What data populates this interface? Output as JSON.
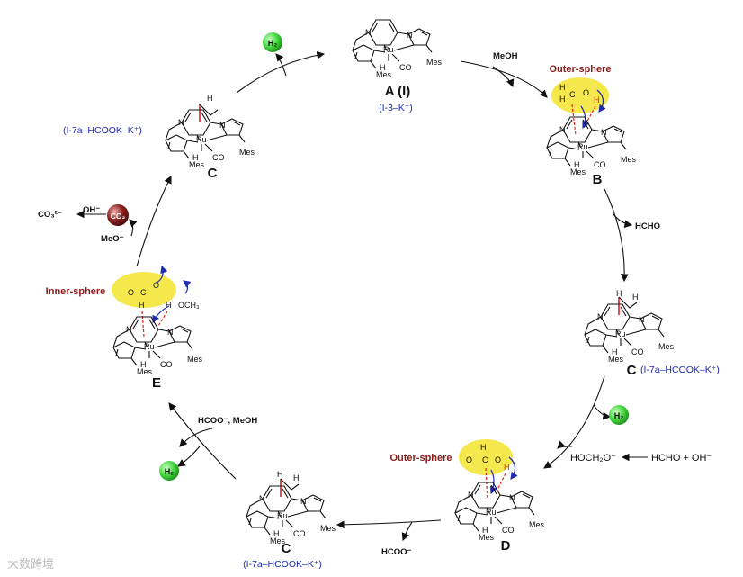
{
  "watermark": "大数跨境",
  "species": {
    "A": {
      "label": "A (I)",
      "sublabel": "(I-3–K⁺)"
    },
    "B": {
      "label": "B",
      "note": "Outer-sphere"
    },
    "C_right": {
      "label": "C",
      "sublabel": "(I-7a–HCOOK–K⁺)"
    },
    "D": {
      "label": "D",
      "note": "Outer-sphere"
    },
    "C_bottom": {
      "label": "C",
      "sublabel": "(I-7a–HCOOK–K⁺)"
    },
    "E": {
      "label": "E",
      "note": "Inner-sphere"
    },
    "C_top": {
      "label": "C",
      "sublabel": "(I-7a–HCOOK–K⁺)"
    }
  },
  "atoms": {
    "Ru": "Ru",
    "N": "N",
    "H": "H",
    "CO": "CO",
    "Mes": "Mes",
    "O": "O",
    "C": "C",
    "OCH3": "OCH₃"
  },
  "side_species": {
    "meoh": "MeOH",
    "hcho": "HCHO",
    "h2": "H₂",
    "hcho_oh": "HCHO + OH⁻",
    "hoch2o": "HOCH₂O⁻",
    "hcoo_out": "HCOO⁻",
    "hcoo_meoh": "HCOO⁻, MeOH",
    "meo": "MeO⁻",
    "oh": "OH⁻",
    "co3": "CO₃²⁻",
    "co2": "CO₂"
  },
  "colors": {
    "highlight": "#f3e63a",
    "h2_ball": "#3ed43a",
    "co2_ball": "#8e1f1f",
    "label_blue": "#1f2bb0",
    "label_red": "#8b1a1a",
    "hbond": "#e02020",
    "curly": "#1f2bb0"
  }
}
